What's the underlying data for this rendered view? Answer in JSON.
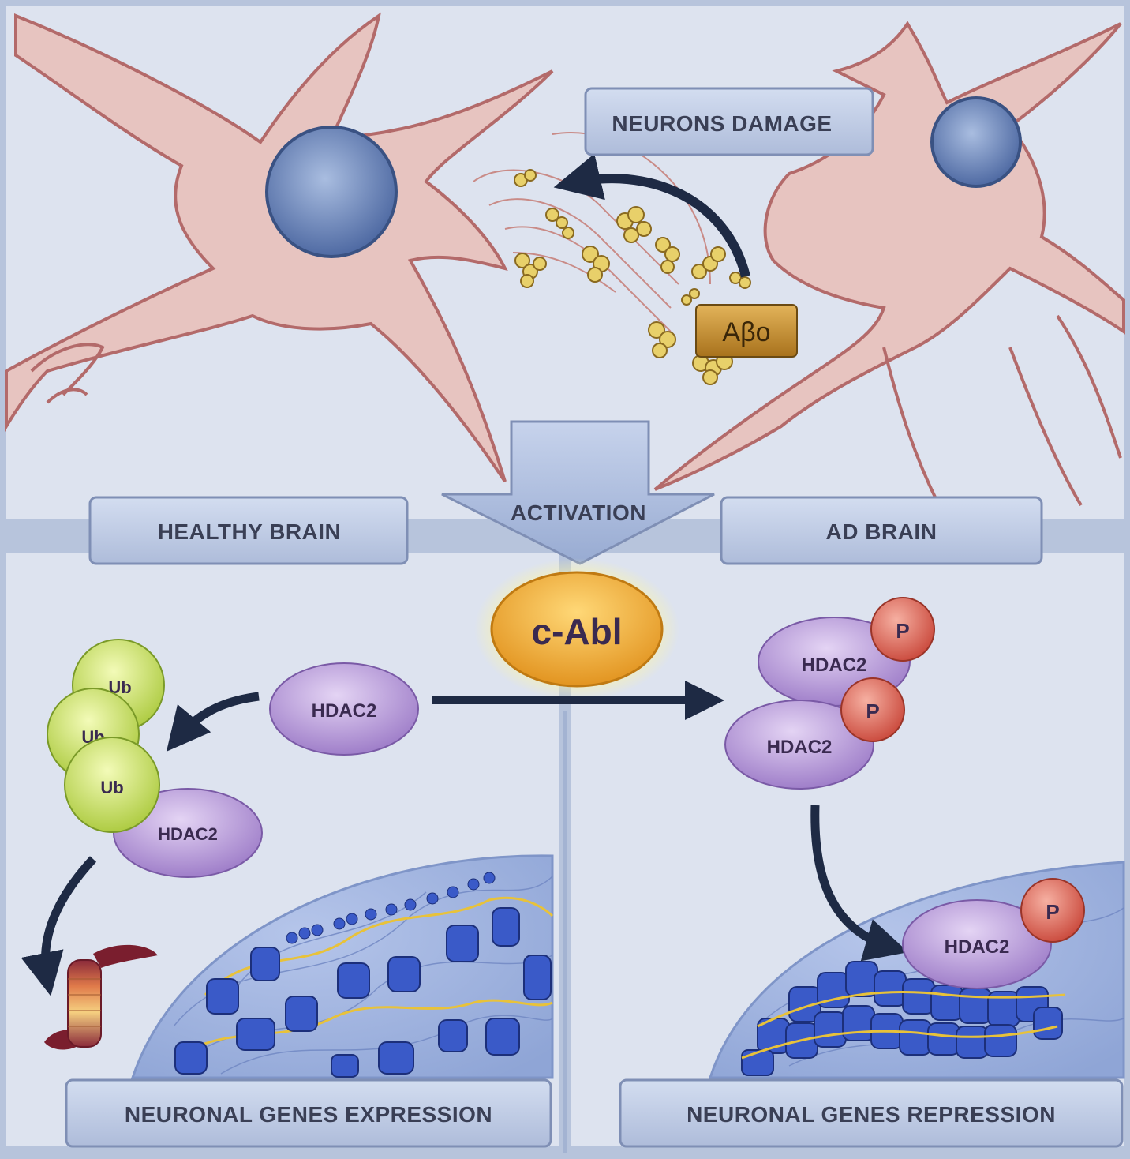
{
  "labels": {
    "neurons_damage": "NEURONS DAMAGE",
    "abo": "Aβo",
    "activation": "ACTIVATION",
    "healthy_brain": "HEALTHY BRAIN",
    "ad_brain": "AD BRAIN",
    "c_abl": "c-Abl",
    "hdac2": "HDAC2",
    "ub": "Ub",
    "p": "P",
    "genes_expression": "NEURONAL GENES EXPRESSION",
    "genes_repression": "NEURONAL GENES REPRESSION"
  },
  "colors": {
    "background": "#dde3ef",
    "frame": "#b7c4dc",
    "neuron": "#e7c4c0",
    "neuron_edge": "#b36a6a",
    "nucleus": "#6b86b8",
    "label_box": "#bfcbe4",
    "hdac2": "#b89ad6",
    "ub": "#cfe36a",
    "phospho": "#e07a6a",
    "c_abl": "#f2b23a",
    "arrow": "#1e2a44"
  }
}
